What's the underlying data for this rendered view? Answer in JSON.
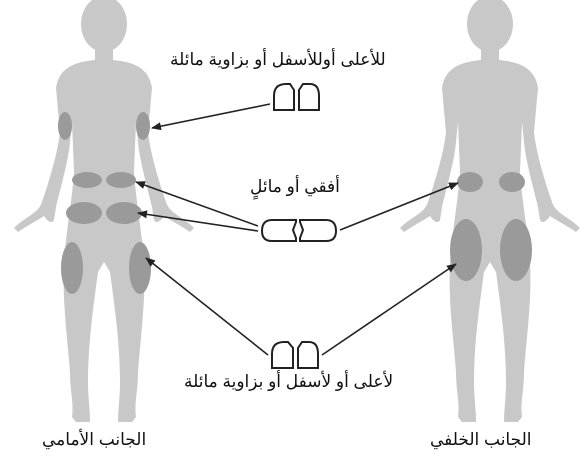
{
  "labels": {
    "upper": "للأعلى أوللأسفل أو بزاوية مائلة",
    "middle": "أفقي أو مائلٍ",
    "lower": "لأعلى أو لأسفل أو بزاوية مائلة",
    "front": "الجانب الأمامي",
    "back": "الجانب الخلفي"
  },
  "colors": {
    "body": "#c8c8c8",
    "site": "#9a9a9a",
    "line": "#222222"
  }
}
